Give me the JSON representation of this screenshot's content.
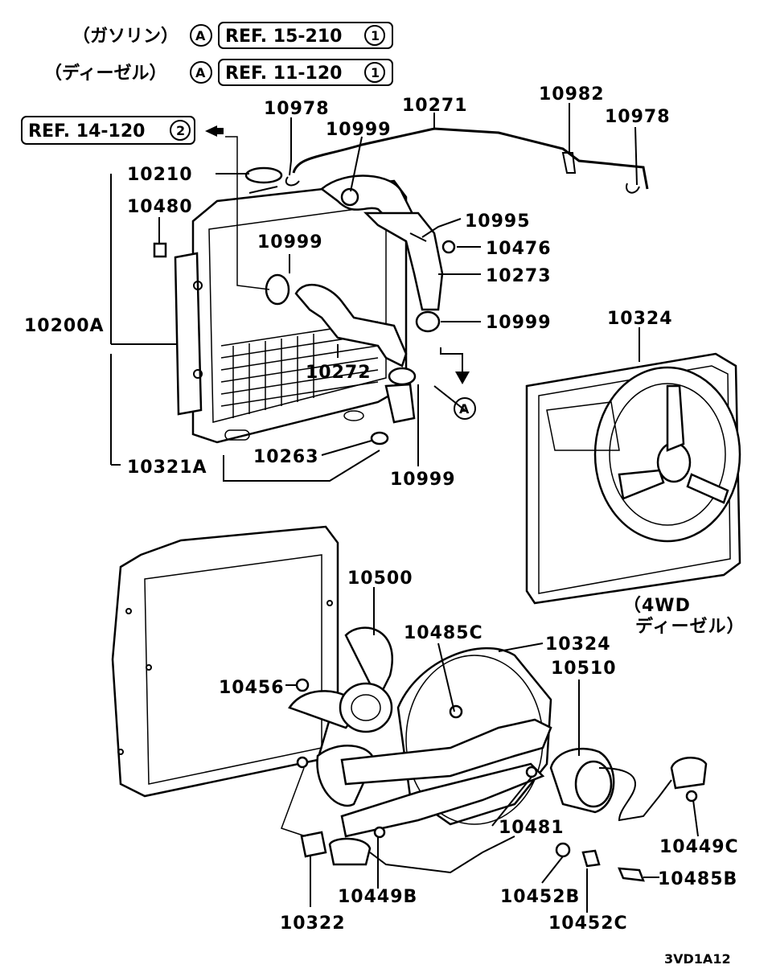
{
  "header": {
    "row1": {
      "engine": "（ガソリン）",
      "circle": "A",
      "ref": "REF. 15-210",
      "ref_num": "1"
    },
    "row2": {
      "engine": "（ディーゼル）",
      "circle": "A",
      "ref": "REF. 11-120",
      "ref_num": "1"
    },
    "row3": {
      "ref": "REF. 14-120",
      "ref_num": "2"
    }
  },
  "callout_a": "A",
  "note_4wd": {
    "line1": "（4WD",
    "line2": "ディーゼル）"
  },
  "diagram_code": "3VD1A12",
  "parts": {
    "p10978a": "10978",
    "p10271": "10271",
    "p10982": "10982",
    "p10978b": "10978",
    "p10999a": "10999",
    "p10210": "10210",
    "p10480": "10480",
    "p10995": "10995",
    "p10999b": "10999",
    "p10476": "10476",
    "p10273": "10273",
    "p10200A": "10200A",
    "p10999c": "10999",
    "p10324a": "10324",
    "p10272": "10272",
    "p10263": "10263",
    "p10321A": "10321A",
    "p10999d": "10999",
    "p10500": "10500",
    "p10485C": "10485C",
    "p10324b": "10324",
    "p10510": "10510",
    "p10456": "10456",
    "p10481": "10481",
    "p10449C": "10449C",
    "p10485B": "10485B",
    "p10449B": "10449B",
    "p10452B": "10452B",
    "p10322": "10322",
    "p10452C": "10452C"
  }
}
